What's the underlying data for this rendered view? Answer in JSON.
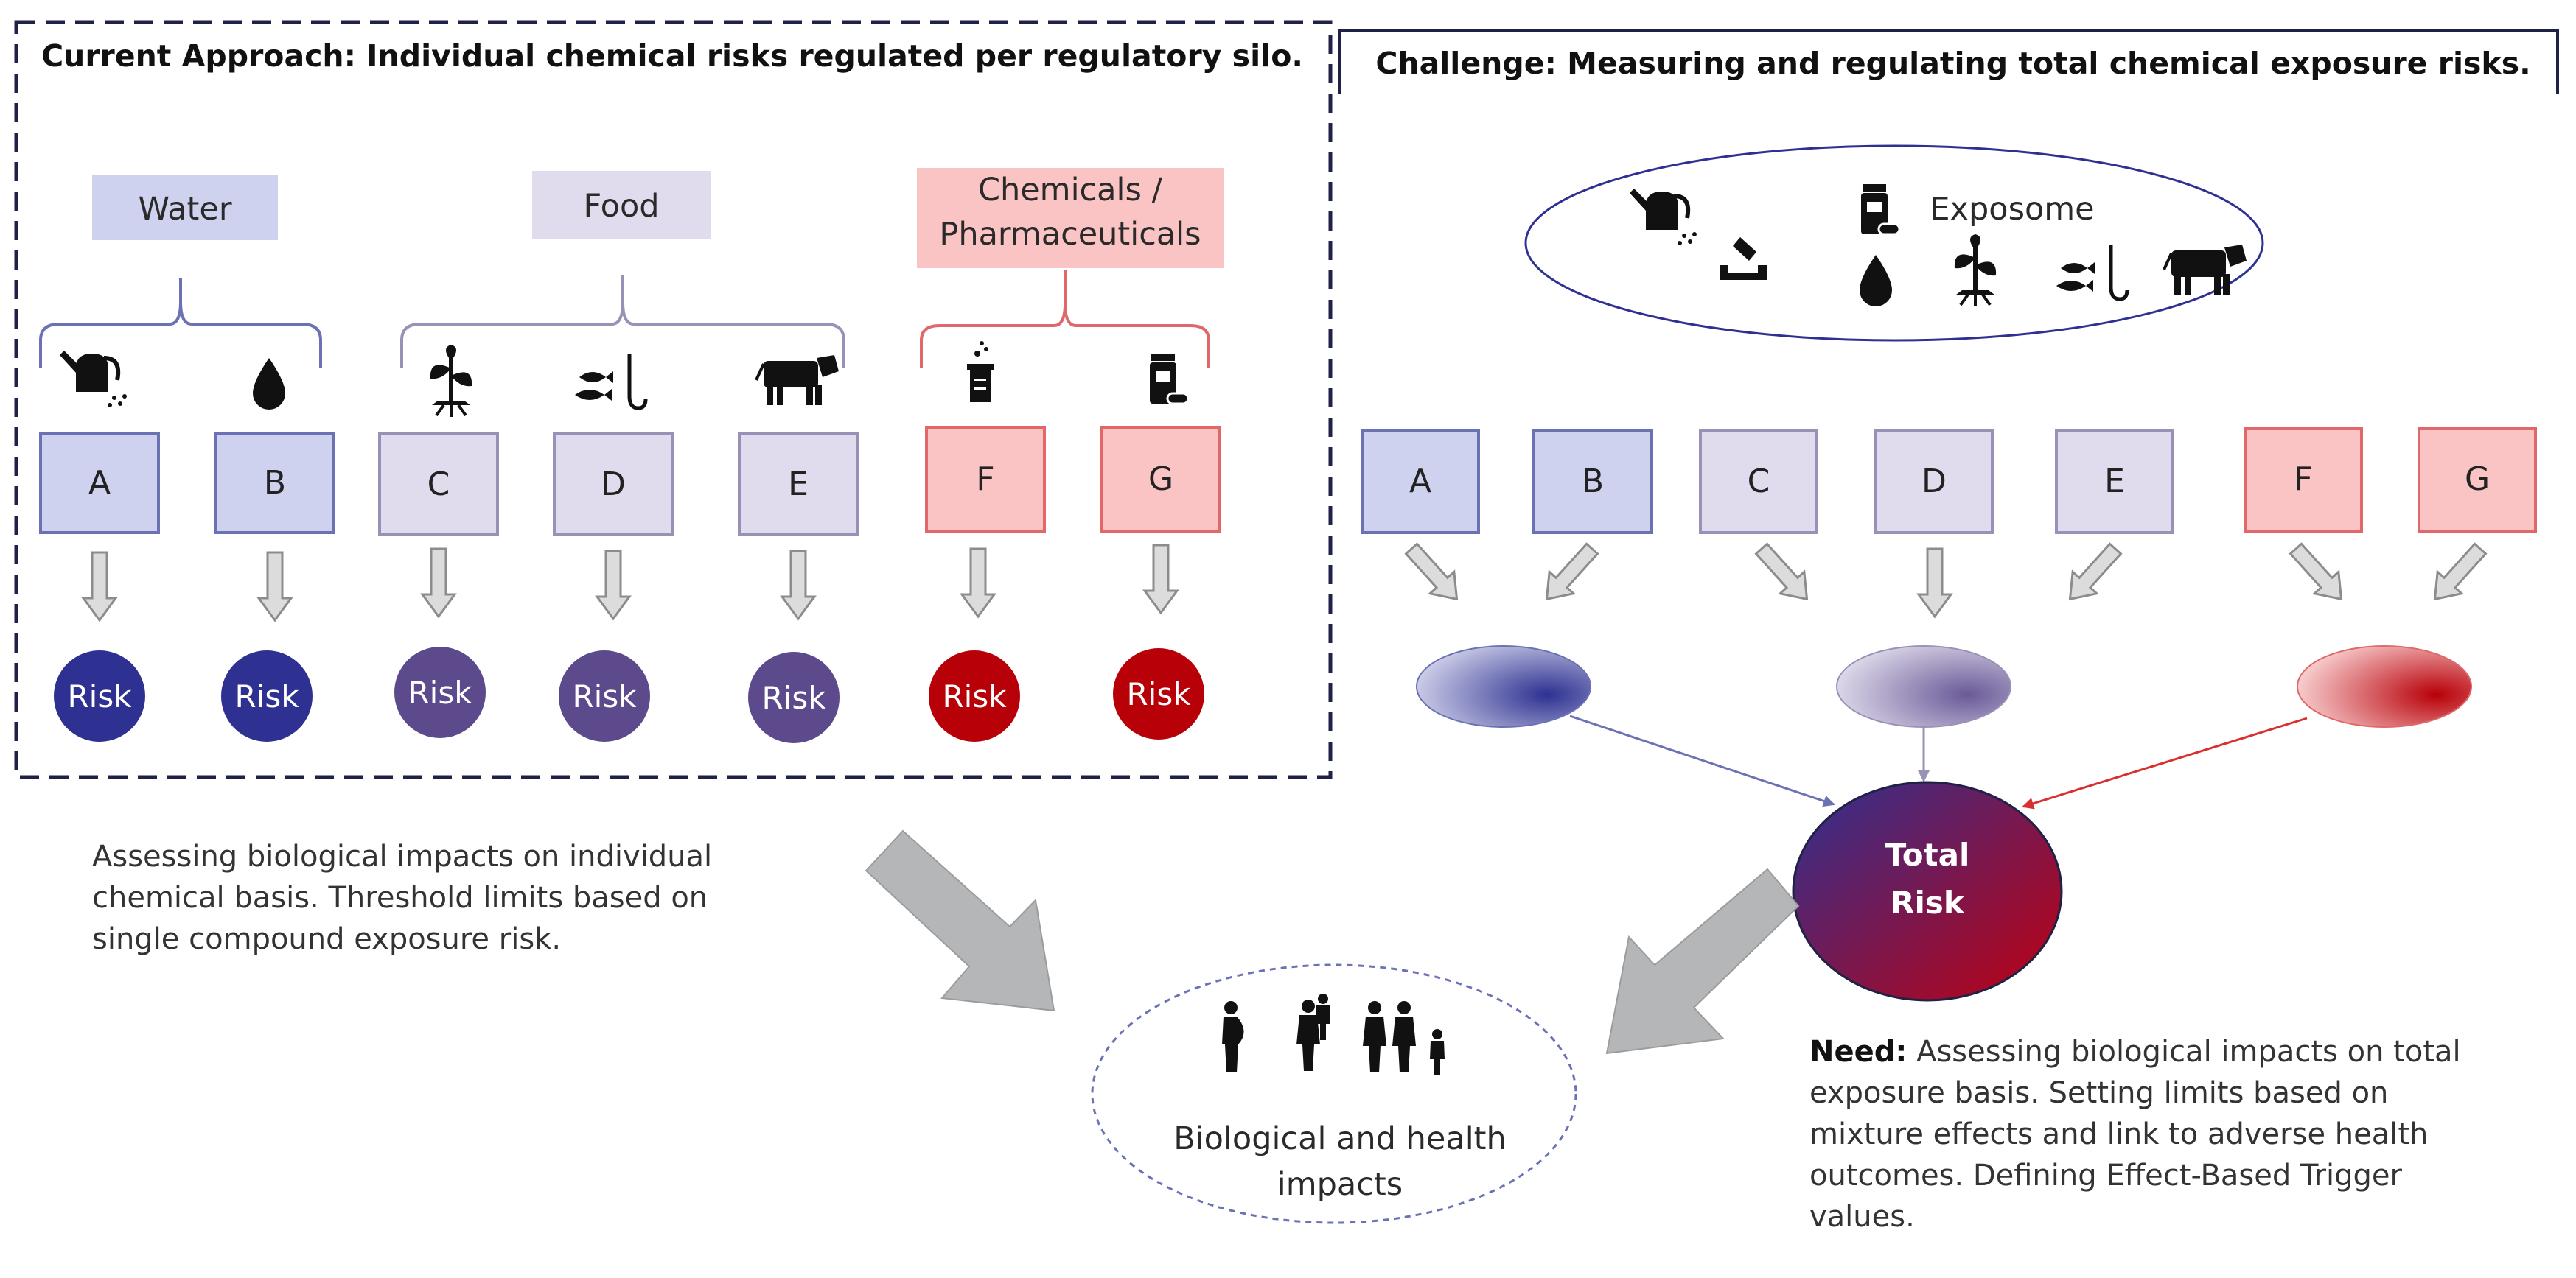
{
  "left_panel": {
    "title": "Current Approach: Individual chemical risks regulated per regulatory silo.",
    "categories": {
      "water": "Water",
      "food": "Food",
      "chem_line1": "Chemicals /",
      "chem_line2": "Pharmaceuticals"
    },
    "boxes": [
      "A",
      "B",
      "C",
      "D",
      "E",
      "F",
      "G"
    ],
    "risk_label": "Risk"
  },
  "right_panel": {
    "title": "Challenge: Measuring and regulating total chemical exposure risks.",
    "exposome_label": "Exposome",
    "boxes": [
      "A",
      "B",
      "C",
      "D",
      "E",
      "F",
      "G"
    ],
    "total_risk_line1": "Total",
    "total_risk_line2": "Risk"
  },
  "bottom": {
    "left_text": "Assessing biological impacts on individual chemical basis. Threshold limits based on single compound exposure risk.",
    "impacts_line1": "Biological and health",
    "impacts_line2": "impacts",
    "need_label": "Need:",
    "need_text": " Assessing biological impacts on total exposure basis. Setting limits based on mixture effects and link to adverse health outcomes. Defining Effect-Based Trigger values."
  },
  "colors": {
    "water_fill": "#cfd2ee",
    "water_stroke": "#6b72b4",
    "food_fill": "#e1dced",
    "food_stroke": "#9a91b8",
    "chem_fill": "#fbc4c4",
    "chem_stroke": "#e06868",
    "risk_water": "#2e3191",
    "risk_food": "#5c4a8c",
    "risk_chem": "#b80008",
    "frame_dash": "#1f2147",
    "arrow_gray": "#b4b6b8"
  },
  "icons": [
    "watering-can-icon",
    "water-drop-icon",
    "plant-icon",
    "fish-icon",
    "cow-icon",
    "beaker-icon",
    "medicine-bottle-icon",
    "person-icon",
    "family-icon"
  ]
}
